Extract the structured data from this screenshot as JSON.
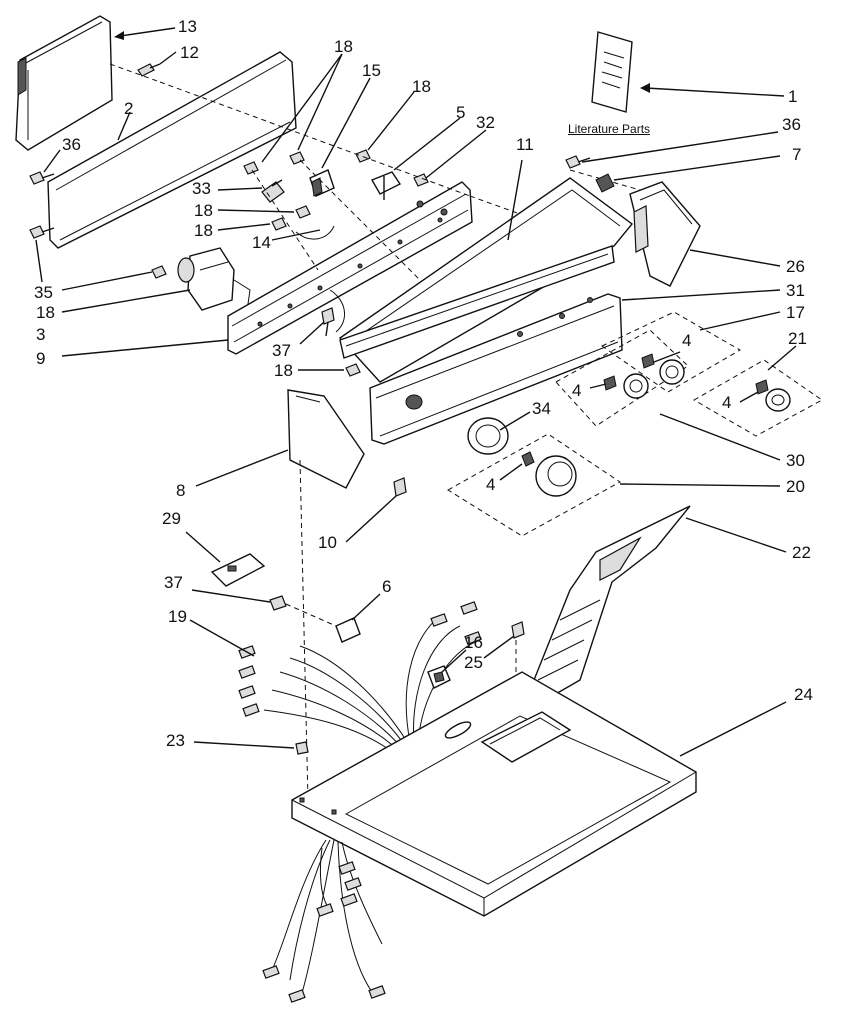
{
  "diagram": {
    "literature_caption": "Literature Parts",
    "callouts": [
      {
        "id": "c1",
        "text": "1"
      },
      {
        "id": "c13",
        "text": "13"
      },
      {
        "id": "c12",
        "text": "12"
      },
      {
        "id": "c2",
        "text": "2"
      },
      {
        "id": "c36a",
        "text": "36"
      },
      {
        "id": "c35",
        "text": "35"
      },
      {
        "id": "c18a",
        "text": "18"
      },
      {
        "id": "c15",
        "text": "15"
      },
      {
        "id": "c18b",
        "text": "18"
      },
      {
        "id": "c5",
        "text": "5"
      },
      {
        "id": "c32",
        "text": "32"
      },
      {
        "id": "c11",
        "text": "11"
      },
      {
        "id": "c36b",
        "text": "36"
      },
      {
        "id": "c7",
        "text": "7"
      },
      {
        "id": "c33",
        "text": "33"
      },
      {
        "id": "c18c",
        "text": "18"
      },
      {
        "id": "c18d",
        "text": "18"
      },
      {
        "id": "c14",
        "text": "14"
      },
      {
        "id": "c18e",
        "text": "18"
      },
      {
        "id": "c3",
        "text": "3"
      },
      {
        "id": "c9",
        "text": "9"
      },
      {
        "id": "c37a",
        "text": "37"
      },
      {
        "id": "c18f",
        "text": "18"
      },
      {
        "id": "c26",
        "text": "26"
      },
      {
        "id": "c31",
        "text": "31"
      },
      {
        "id": "c17",
        "text": "17"
      },
      {
        "id": "c4a",
        "text": "4"
      },
      {
        "id": "c21",
        "text": "21"
      },
      {
        "id": "c4b",
        "text": "4"
      },
      {
        "id": "c4c",
        "text": "4"
      },
      {
        "id": "c34",
        "text": "34"
      },
      {
        "id": "c30",
        "text": "30"
      },
      {
        "id": "c4d",
        "text": "4"
      },
      {
        "id": "c20",
        "text": "20"
      },
      {
        "id": "c8",
        "text": "8"
      },
      {
        "id": "c10",
        "text": "10"
      },
      {
        "id": "c29",
        "text": "29"
      },
      {
        "id": "c22",
        "text": "22"
      },
      {
        "id": "c37b",
        "text": "37"
      },
      {
        "id": "c6",
        "text": "6"
      },
      {
        "id": "c19",
        "text": "19"
      },
      {
        "id": "c16",
        "text": "16"
      },
      {
        "id": "c25",
        "text": "25"
      },
      {
        "id": "c24",
        "text": "24"
      },
      {
        "id": "c23",
        "text": "23"
      }
    ]
  }
}
